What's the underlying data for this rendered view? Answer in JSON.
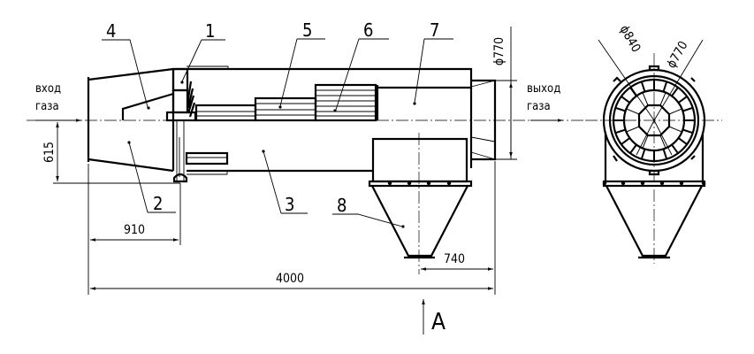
{
  "callouts": [
    "1",
    "2",
    "3",
    "4",
    "5",
    "6",
    "7",
    "8"
  ],
  "flow": {
    "inlet": [
      "вход",
      "газа"
    ],
    "outlet": [
      "выход",
      "газа"
    ]
  },
  "dimensions": {
    "inlet_height": "615",
    "inlet_length": "910",
    "overall_length": "4000",
    "hopper_offset": "740",
    "outlet_diameter": "ϕ770",
    "end_outer_diameter": "ϕ840",
    "end_inner_diameter": "ϕ770"
  },
  "view_label": "A",
  "colors": {
    "line": "#000000",
    "background": "#ffffff"
  }
}
